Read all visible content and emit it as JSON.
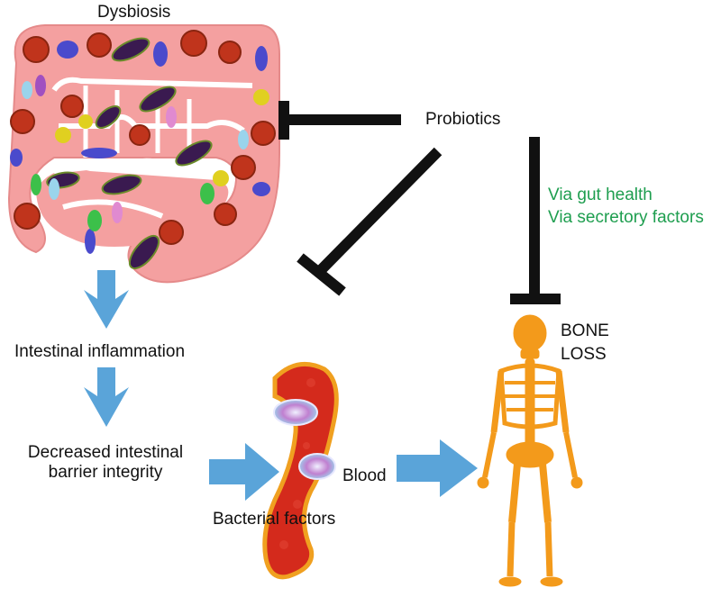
{
  "labels": {
    "dysbiosis": "Dysbiosis",
    "probiotics": "Probiotics",
    "via_gut_health": "Via gut health",
    "via_secretory_factors": "Via secretory factors",
    "intestinal_inflammation": "Intestinal inflammation",
    "decreased_barrier_line1": "Decreased intestinal",
    "decreased_barrier_line2": "barrier integrity",
    "bone_loss_line1": "BONE",
    "bone_loss_line2": "LOSS",
    "blood": "Blood",
    "bacterial_factors": "Bacterial factors"
  },
  "colors": {
    "arrow_blue": "#5aa4d9",
    "inhibitor_black": "#111111",
    "intestine_pink": "#f4a0a0",
    "bone_orange": "#f39a1b",
    "vessel_red": "#d42a1c",
    "text_green": "#1e9e4f"
  }
}
